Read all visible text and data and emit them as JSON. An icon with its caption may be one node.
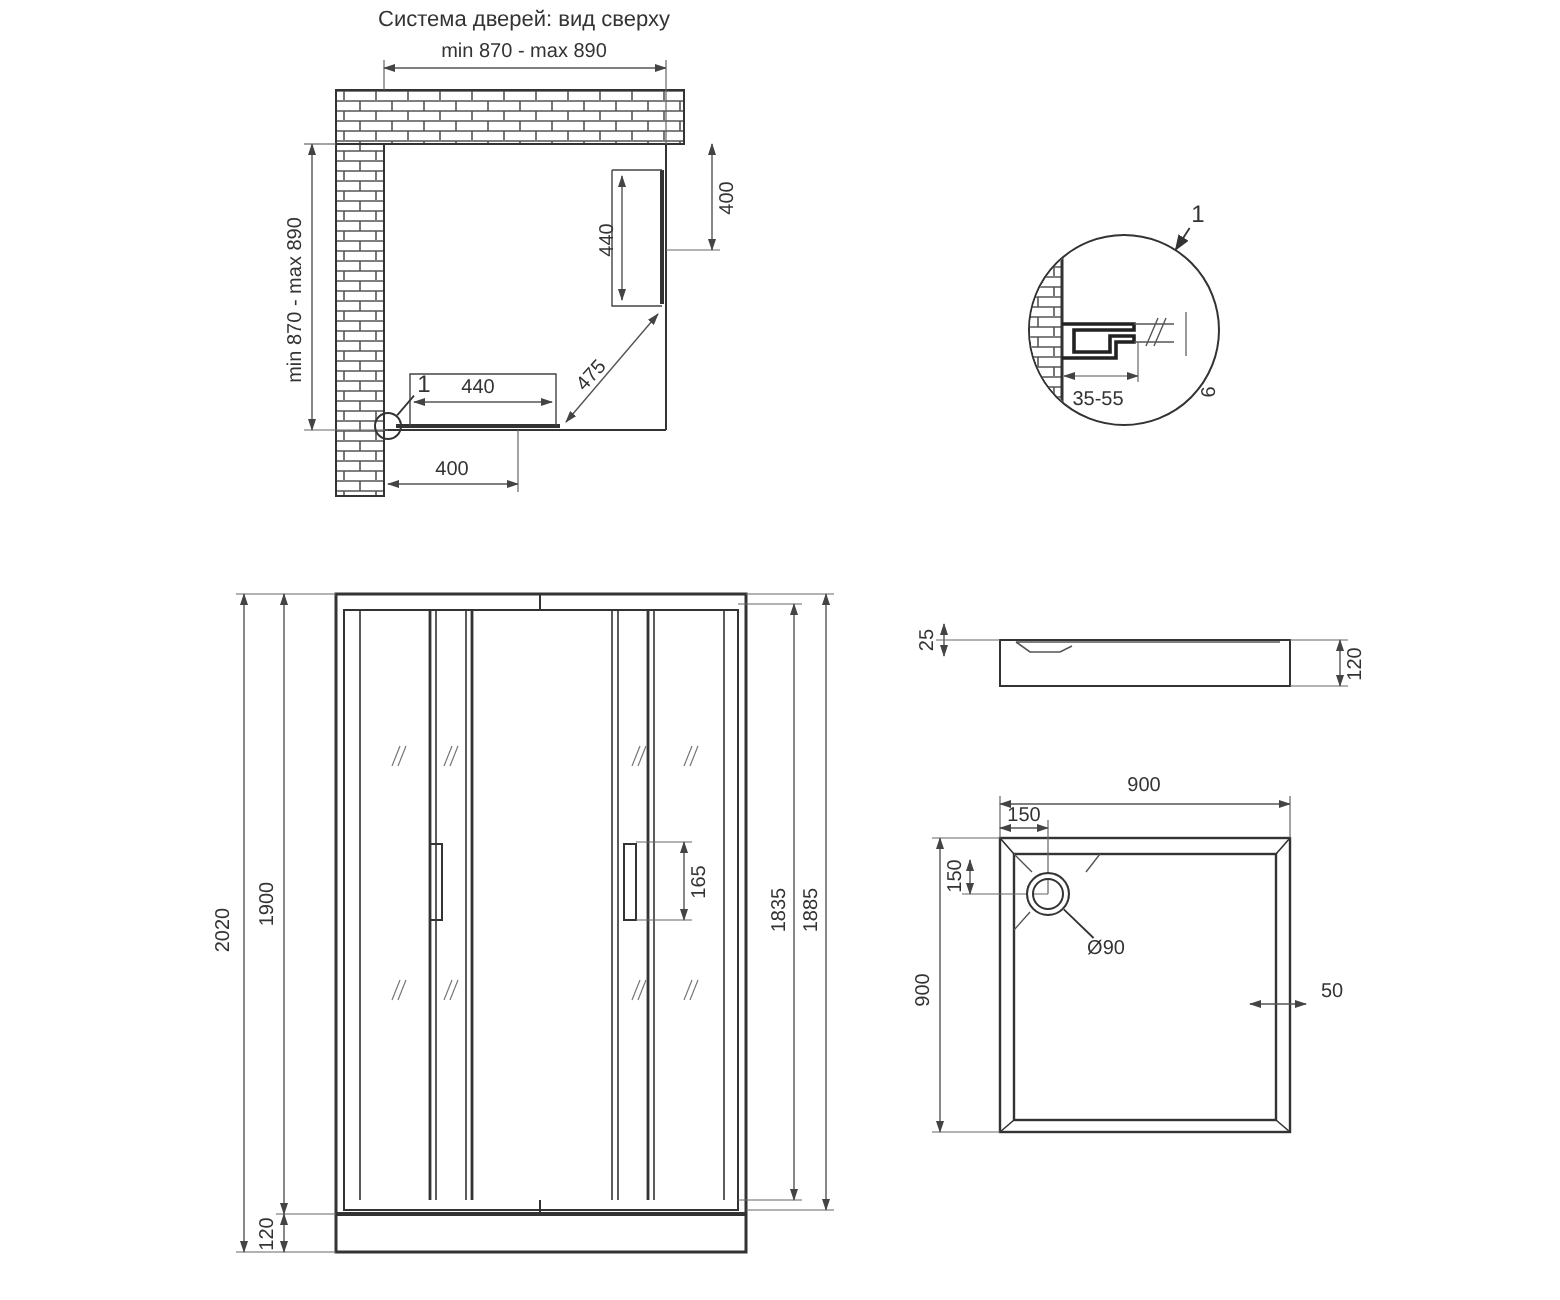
{
  "diagram": {
    "title": "Система дверей: вид сверху",
    "nodes": [
      {
        "text": [
          "1"
        ]
      },
      {
        "text": [],
        "shape": "circle"
      },
      {
        "text": [
          "1"
        ]
      },
      {
        "text": [],
        "shape": "circle"
      },
      {
        "text": [
          "Ø90"
        ]
      },
      {
        "text": [],
        "shape": "circle"
      }
    ],
    "edges": [
      {
        "from": 0,
        "to": 1,
        "arrow": "none"
      },
      {
        "from": 2,
        "to": 3,
        "arrow": "to"
      },
      {
        "from": 4,
        "to": 5,
        "arrow": "none"
      }
    ],
    "labels": [
      "min 870 - max 890",
      "min 870 - max 890",
      "400",
      "440",
      "440",
      "475",
      "400",
      "35-55",
      "6",
      "2020",
      "1900",
      "120",
      "165",
      "1835",
      "1885",
      "25",
      "120",
      "900",
      "150",
      "150",
      "900",
      "50"
    ]
  }
}
